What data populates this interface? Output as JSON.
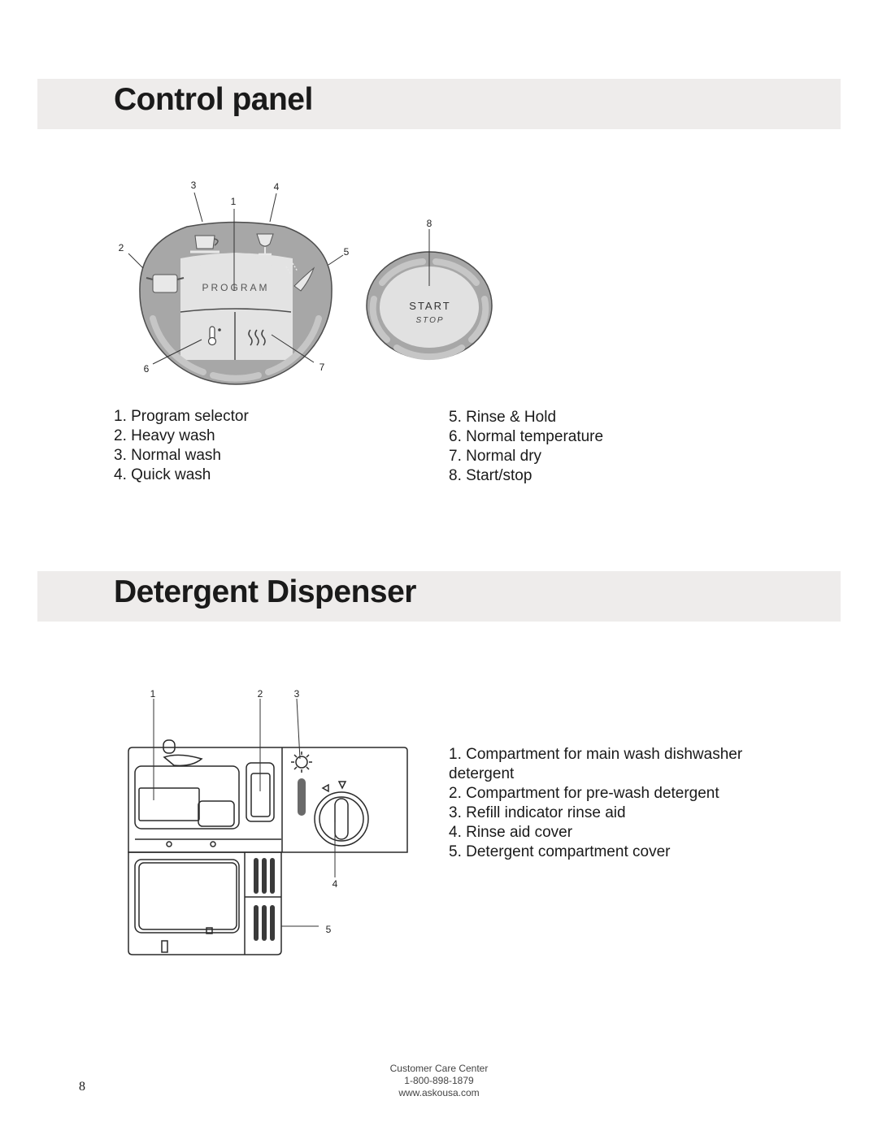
{
  "sections": {
    "control_panel": {
      "title": "Control panel",
      "panel_label": "PROGRAM",
      "start_label": "START",
      "stop_label": "STOP",
      "callouts": [
        "1",
        "2",
        "3",
        "4",
        "5",
        "6",
        "7",
        "8"
      ],
      "items_left": [
        "1. Program selector",
        "2. Heavy wash",
        "3. Normal wash",
        "4. Quick wash"
      ],
      "items_right": [
        "5. Rinse & Hold",
        "6. Normal temperature",
        "7. Normal dry",
        "8. Start/stop"
      ]
    },
    "detergent_dispenser": {
      "title": "Detergent Dispenser",
      "callouts": [
        "1",
        "2",
        "3",
        "4",
        "5"
      ],
      "items": [
        "1. Compartment for main wash dishwasher detergent",
        "2. Compartment for pre-wash detergent",
        "3. Refill indicator rinse aid",
        "4. Rinse aid cover",
        "5. Detergent compartment cover"
      ]
    }
  },
  "footer": {
    "line1": "Customer Care Center",
    "line2": "1-800-898-1879",
    "line3": "www.askousa.com"
  },
  "page_number": "8",
  "colors": {
    "band": "#eeeceb",
    "panel_gray": "#a7a7a7",
    "panel_light": "#e1e1e1",
    "panel_bar": "#c4c4c4"
  }
}
